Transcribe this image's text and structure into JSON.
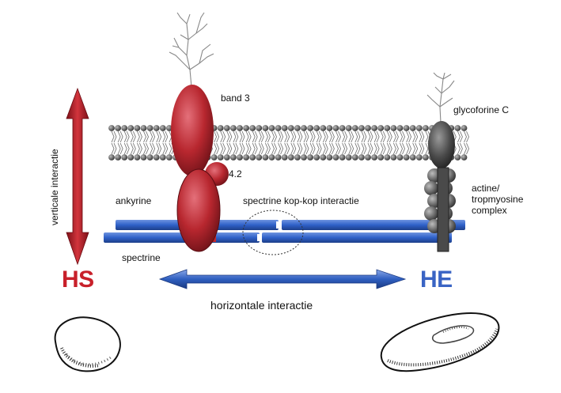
{
  "labels": {
    "band3": "band 3",
    "glycoforine": "glycoforine C",
    "protein42": "4.2",
    "ankyrine": "ankyrine",
    "spectrine_kop": "spectrine kop-kop interactie",
    "actine": "actine/\ntropmyosine\ncomplex",
    "spectrine": "spectrine",
    "verticale": "verticale interactie",
    "horizontale": "horizontale interactie",
    "hs": "HS",
    "he": "HE"
  },
  "colors": {
    "red": "#c8202a",
    "protein_red": "#b82a33",
    "blue": "#2f61c8",
    "spectrin_blue": "#3566cc",
    "dark_gray": "#4a4a4a",
    "he_blue": "#3a64c4"
  }
}
